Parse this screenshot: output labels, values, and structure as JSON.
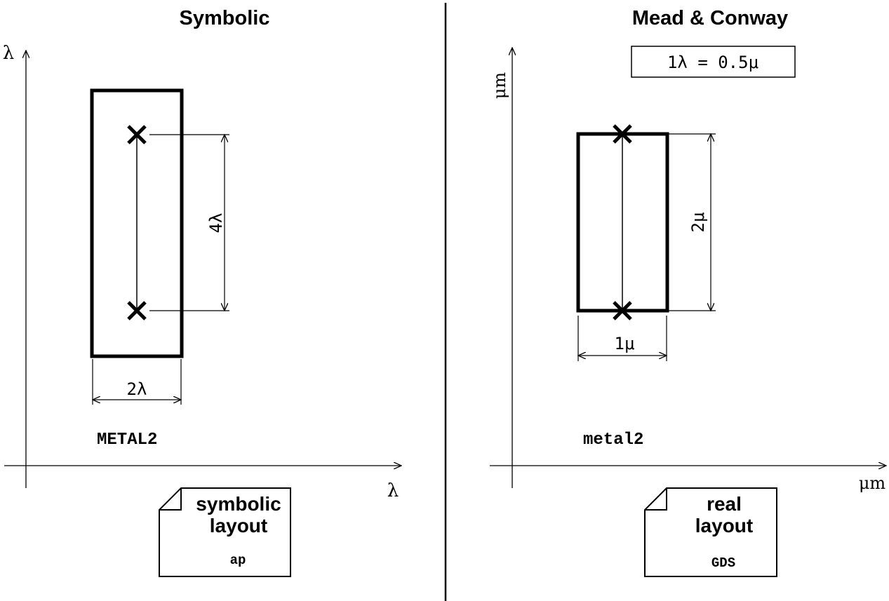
{
  "left_panel": {
    "title": "Symbolic",
    "y_axis_label": "λ",
    "x_axis_label": "λ",
    "height_dim_label": "4λ",
    "width_dim_label": "2λ",
    "layer_label": "METAL2",
    "doc_line1": "symbolic",
    "doc_line2": "layout",
    "doc_format": "ap"
  },
  "right_panel": {
    "title": "Mead & Conway",
    "scale_note": "1λ = 0.5μ",
    "y_axis_label": "μm",
    "x_axis_label": "μm",
    "height_dim_label": "2μ",
    "width_dim_label": "1μ",
    "layer_label": "metal2",
    "doc_line1": "real",
    "doc_line2": "layout",
    "doc_format": "GDS"
  }
}
